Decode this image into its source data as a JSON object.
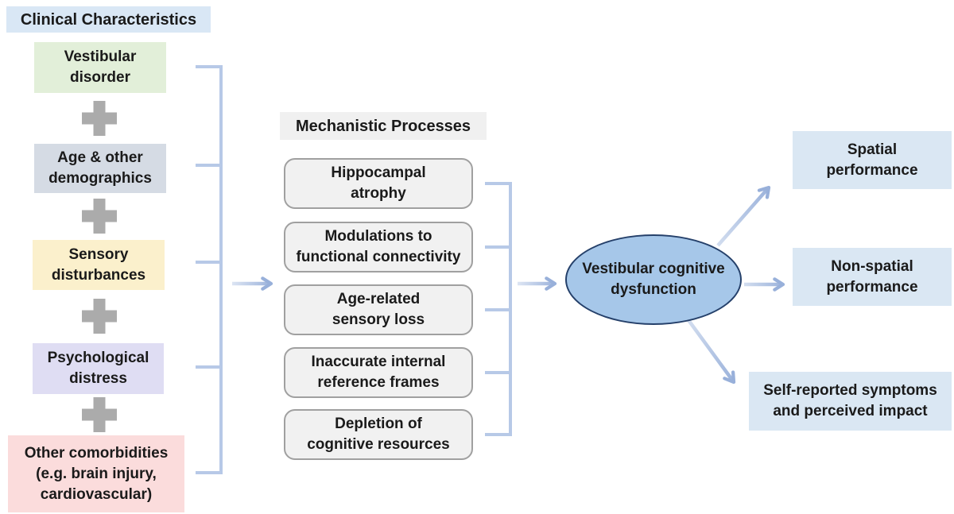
{
  "clinical": {
    "header": "Clinical Characteristics",
    "boxes": [
      {
        "label": "Vestibular\ndisorder",
        "color": "#e2efd9"
      },
      {
        "label": "Age & other\ndemographics",
        "color": "#d5dbe4"
      },
      {
        "label": "Sensory\ndisturbances",
        "color": "#fbf0cc"
      },
      {
        "label": "Psychological\ndistress",
        "color": "#dfddf3"
      },
      {
        "label": "Other comorbidities\n(e.g. brain injury,\ncardiovascular)",
        "color": "#fbdcdc"
      }
    ],
    "plus_icon": "plus"
  },
  "mechanistic": {
    "header": "Mechanistic Processes",
    "boxes": [
      {
        "label": "Hippocampal\natrophy"
      },
      {
        "label": "Modulations to\nfunctional connectivity"
      },
      {
        "label": "Age-related\nsensory loss"
      },
      {
        "label": "Inaccurate internal\nreference frames"
      },
      {
        "label": "Depletion of\ncognitive resources"
      }
    ]
  },
  "hub": {
    "label": "Vestibular cognitive\ndysfunction"
  },
  "outcomes": {
    "boxes": [
      {
        "label": "Spatial\nperformance"
      },
      {
        "label": "Non-spatial\nperformance"
      },
      {
        "label": "Self-reported symptoms\nand perceived impact"
      }
    ]
  },
  "colors": {
    "header_blue_bg": "#d9e7f5",
    "outcome_blue_bg": "#dae7f3",
    "clinical_green": "#e2efd9",
    "clinical_bluegray": "#d5dbe4",
    "clinical_yellow": "#fbf0cc",
    "clinical_lavender": "#dfddf3",
    "clinical_pink": "#fbdcdc",
    "mech_header_bg": "#f0f0f0",
    "mech_box_bg": "#f1f1f1",
    "mech_box_border": "#a0a0a0",
    "hub_fill": "#a6c7e9",
    "hub_border": "#25406a",
    "bracket_blue": "#b7c9e7",
    "arrow_blue": "#98b0da",
    "plus_gray": "#ababab",
    "text": "#1a1a1a"
  }
}
